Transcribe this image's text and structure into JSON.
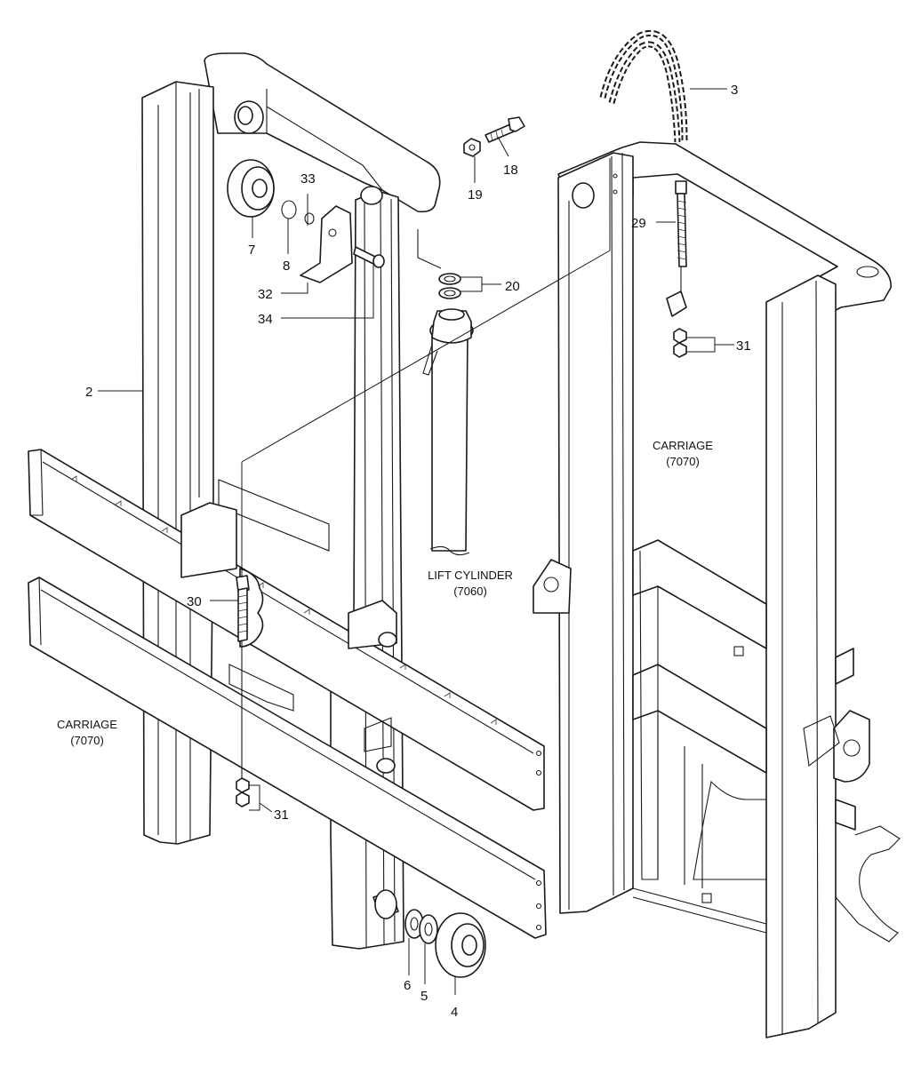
{
  "callouts": {
    "n2": "2",
    "n3": "3",
    "n4": "4",
    "n5": "5",
    "n6": "6",
    "n7": "7",
    "n8": "8",
    "n18": "18",
    "n19": "19",
    "n20": "20",
    "n29": "29",
    "n30": "30",
    "n31a": "31",
    "n31b": "31",
    "n32": "32",
    "n33": "33",
    "n34": "34"
  },
  "captions": {
    "carriage_right_name": "CARRIAGE",
    "carriage_right_code": "(7070)",
    "carriage_left_name": "CARRIAGE",
    "carriage_left_code": "(7070)",
    "lift_cylinder_name": "LIFT CYLINDER",
    "lift_cylinder_code": "(7060)"
  }
}
